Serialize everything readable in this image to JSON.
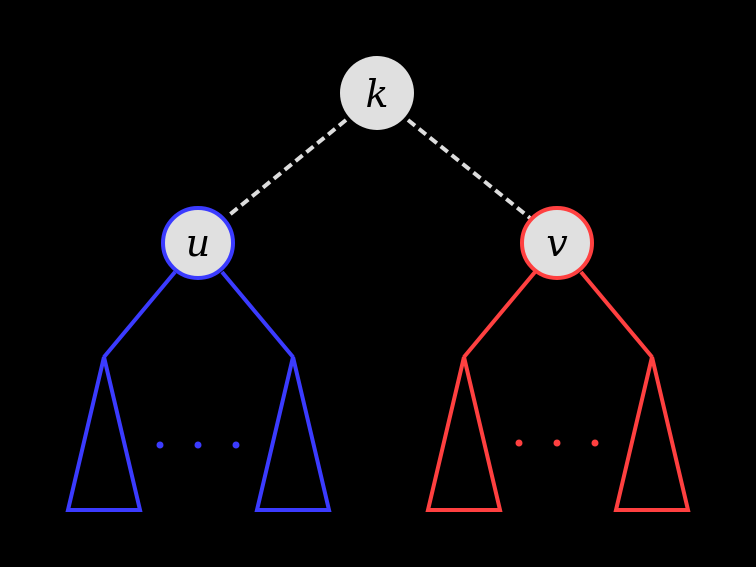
{
  "colors": {
    "background": "#000000",
    "node_fill": "#e0e0e0",
    "edge_dashed": "#dddddd",
    "left_subtree": "#3b3bff",
    "right_subtree": "#ff4040"
  },
  "diagram": {
    "root": {
      "label": "k"
    },
    "left_child": {
      "label": "u",
      "color": "blue"
    },
    "right_child": {
      "label": "v",
      "color": "red"
    },
    "left_subtree": {
      "ellipsis": "• • •"
    },
    "right_subtree": {
      "ellipsis": "• • •"
    }
  }
}
